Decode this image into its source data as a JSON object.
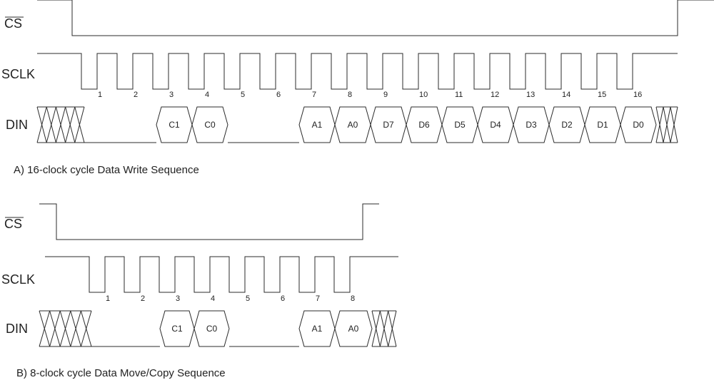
{
  "colors": {
    "line": "#2b2b2b",
    "text": "#222222",
    "background": "#ffffff"
  },
  "diagrams": [
    {
      "caption": "A) 16-clock cycle Data Write Sequence",
      "cs_label": "CS",
      "sclk_label": "SCLK",
      "din_label": "DIN",
      "clock_numbers": [
        "1",
        "2",
        "3",
        "4",
        "5",
        "6",
        "7",
        "8",
        "9",
        "10",
        "11",
        "12",
        "13",
        "14",
        "15",
        "16"
      ],
      "din_cells": [
        "C1",
        "C0",
        "A1",
        "A0",
        "D7",
        "D6",
        "D5",
        "D4",
        "D3",
        "D2",
        "D1",
        "D0"
      ]
    },
    {
      "caption": "B) 8-clock cycle Data Move/Copy Sequence",
      "cs_label": "CS",
      "sclk_label": "SCLK",
      "din_label": "DIN",
      "clock_numbers": [
        "1",
        "2",
        "3",
        "4",
        "5",
        "6",
        "7",
        "8"
      ],
      "din_cells": [
        "C1",
        "C0",
        "A1",
        "A0"
      ]
    }
  ]
}
